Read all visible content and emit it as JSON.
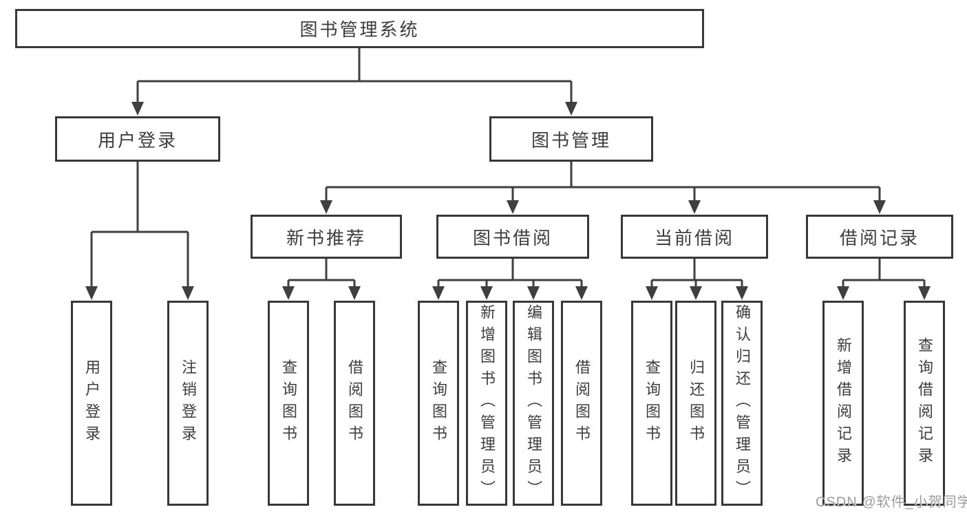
{
  "diagram_type": "hierarchy-tree",
  "colors": {
    "background": "#ffffff",
    "box_border": "#383838",
    "line": "#3f3f3f",
    "text": "#3d3d3d",
    "watermark": "#919191"
  },
  "tree": {
    "label": "图书管理系统",
    "children": [
      {
        "label": "用户登录",
        "children": [
          {
            "label": "用户登录"
          },
          {
            "label": "注销登录"
          }
        ]
      },
      {
        "label": "图书管理",
        "children": [
          {
            "label": "新书推荐",
            "children": [
              {
                "label": "查询图书"
              },
              {
                "label": "借阅图书"
              }
            ]
          },
          {
            "label": "图书借阅",
            "children": [
              {
                "label": "查询图书"
              },
              {
                "label": "新增图书（管理员）"
              },
              {
                "label": "编辑图书（管理员）"
              },
              {
                "label": "借阅图书"
              }
            ]
          },
          {
            "label": "当前借阅",
            "children": [
              {
                "label": "查询图书"
              },
              {
                "label": "归还图书"
              },
              {
                "label": "确认归还（管理员）"
              }
            ]
          },
          {
            "label": "借阅记录",
            "children": [
              {
                "label": "新增借阅记录"
              },
              {
                "label": "查询借阅记录"
              }
            ]
          }
        ]
      }
    ]
  },
  "watermark": {
    "text": "CSDN @软件_小贺同学"
  }
}
